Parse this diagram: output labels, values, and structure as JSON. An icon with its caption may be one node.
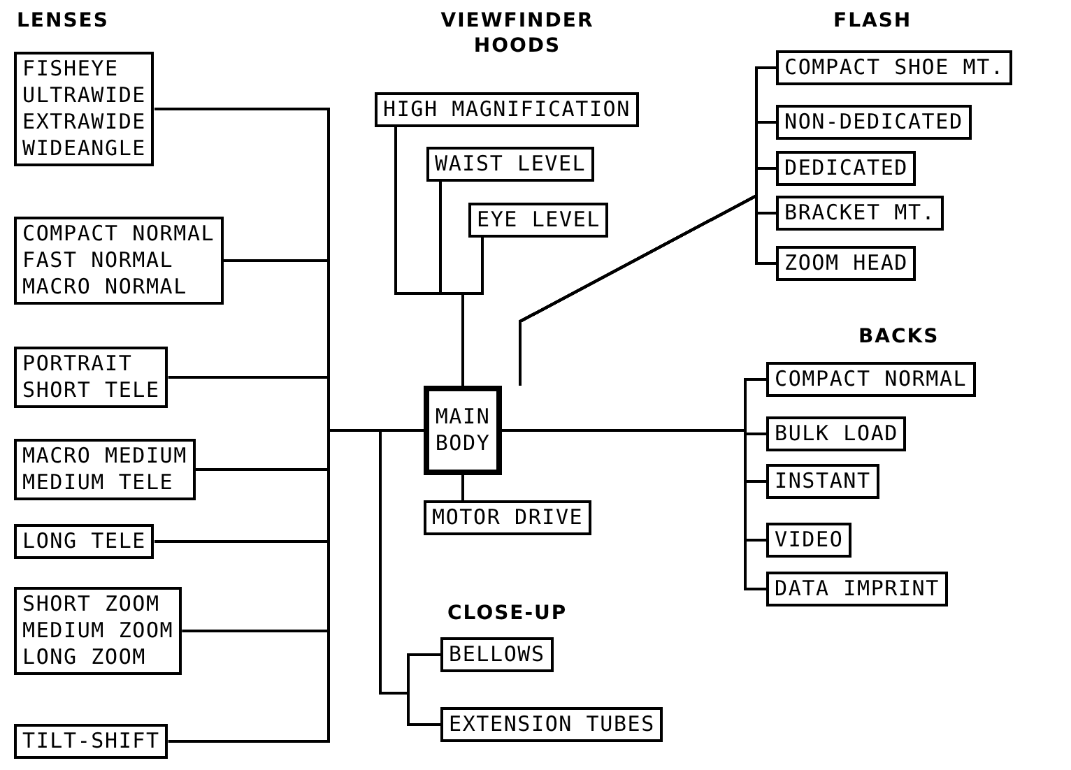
{
  "diagram": {
    "nodes": [
      {
        "text": [
          "MAIN BODY"
        ]
      },
      {
        "text": [
          "FISHEYE",
          "ULTRAWIDE",
          "EXTRAWIDE",
          "WIDEANGLE"
        ]
      },
      {
        "text": [
          "COMPACT NORMAL",
          "FAST NORMAL",
          "MACRO NORMAL"
        ]
      },
      {
        "text": [
          "PORTRAIT",
          "SHORT TELE"
        ]
      },
      {
        "text": [
          "MACRO MEDIUM",
          "MEDIUM TELE"
        ]
      },
      {
        "text": [
          "LONG TELE"
        ]
      },
      {
        "text": [
          "SHORT ZOOM",
          "MEDIUM ZOOM",
          "LONG ZOOM"
        ]
      },
      {
        "text": [
          "TILT-SHIFT"
        ]
      },
      {
        "text": [
          "HIGH MAGNIFICATION"
        ]
      },
      {
        "text": [
          "WAIST LEVEL"
        ]
      },
      {
        "text": [
          "EYE LEVEL"
        ]
      },
      {
        "text": [
          "COMPACT SHOE MT."
        ]
      },
      {
        "text": [
          "NON-DEDICATED"
        ]
      },
      {
        "text": [
          "DEDICATED"
        ]
      },
      {
        "text": [
          "BRACKET MT."
        ]
      },
      {
        "text": [
          "ZOOM HEAD"
        ]
      },
      {
        "text": [
          "COMPACT NORMAL"
        ]
      },
      {
        "text": [
          "BULK LOAD"
        ]
      },
      {
        "text": [
          "INSTANT"
        ]
      },
      {
        "text": [
          "VIDEO"
        ]
      },
      {
        "text": [
          "DATA IMPRINT"
        ]
      },
      {
        "text": [
          "MOTOR DRIVE"
        ]
      },
      {
        "text": [
          "BELLOWS"
        ]
      },
      {
        "text": [
          "EXTENSION TUBES"
        ]
      }
    ],
    "edges": [
      {
        "from": 0,
        "to": 1,
        "arrow": "none"
      },
      {
        "from": 0,
        "to": 2,
        "arrow": "none"
      },
      {
        "from": 0,
        "to": 3,
        "arrow": "none"
      },
      {
        "from": 0,
        "to": 4,
        "arrow": "none"
      },
      {
        "from": 0,
        "to": 5,
        "arrow": "none"
      },
      {
        "from": 0,
        "to": 6,
        "arrow": "none"
      },
      {
        "from": 0,
        "to": 7,
        "arrow": "none"
      },
      {
        "from": 0,
        "to": 8,
        "arrow": "none"
      },
      {
        "from": 0,
        "to": 9,
        "arrow": "none"
      },
      {
        "from": 0,
        "to": 10,
        "arrow": "none"
      },
      {
        "from": 0,
        "to": 11,
        "arrow": "none"
      },
      {
        "from": 0,
        "to": 12,
        "arrow": "none"
      },
      {
        "from": 0,
        "to": 13,
        "arrow": "none"
      },
      {
        "from": 0,
        "to": 14,
        "arrow": "none"
      },
      {
        "from": 0,
        "to": 15,
        "arrow": "none"
      },
      {
        "from": 0,
        "to": 16,
        "arrow": "none"
      },
      {
        "from": 0,
        "to": 17,
        "arrow": "none"
      },
      {
        "from": 0,
        "to": 18,
        "arrow": "none"
      },
      {
        "from": 0,
        "to": 19,
        "arrow": "none"
      },
      {
        "from": 0,
        "to": 20,
        "arrow": "none"
      },
      {
        "from": 0,
        "to": 21,
        "arrow": "none"
      },
      {
        "from": 0,
        "to": 22,
        "arrow": "none"
      },
      {
        "from": 0,
        "to": 23,
        "arrow": "none"
      }
    ],
    "labels": [
      "LENSES",
      "VIEWFINDER HOODS",
      "FLASH",
      "BACKS",
      "CLOSE-UP"
    ]
  }
}
